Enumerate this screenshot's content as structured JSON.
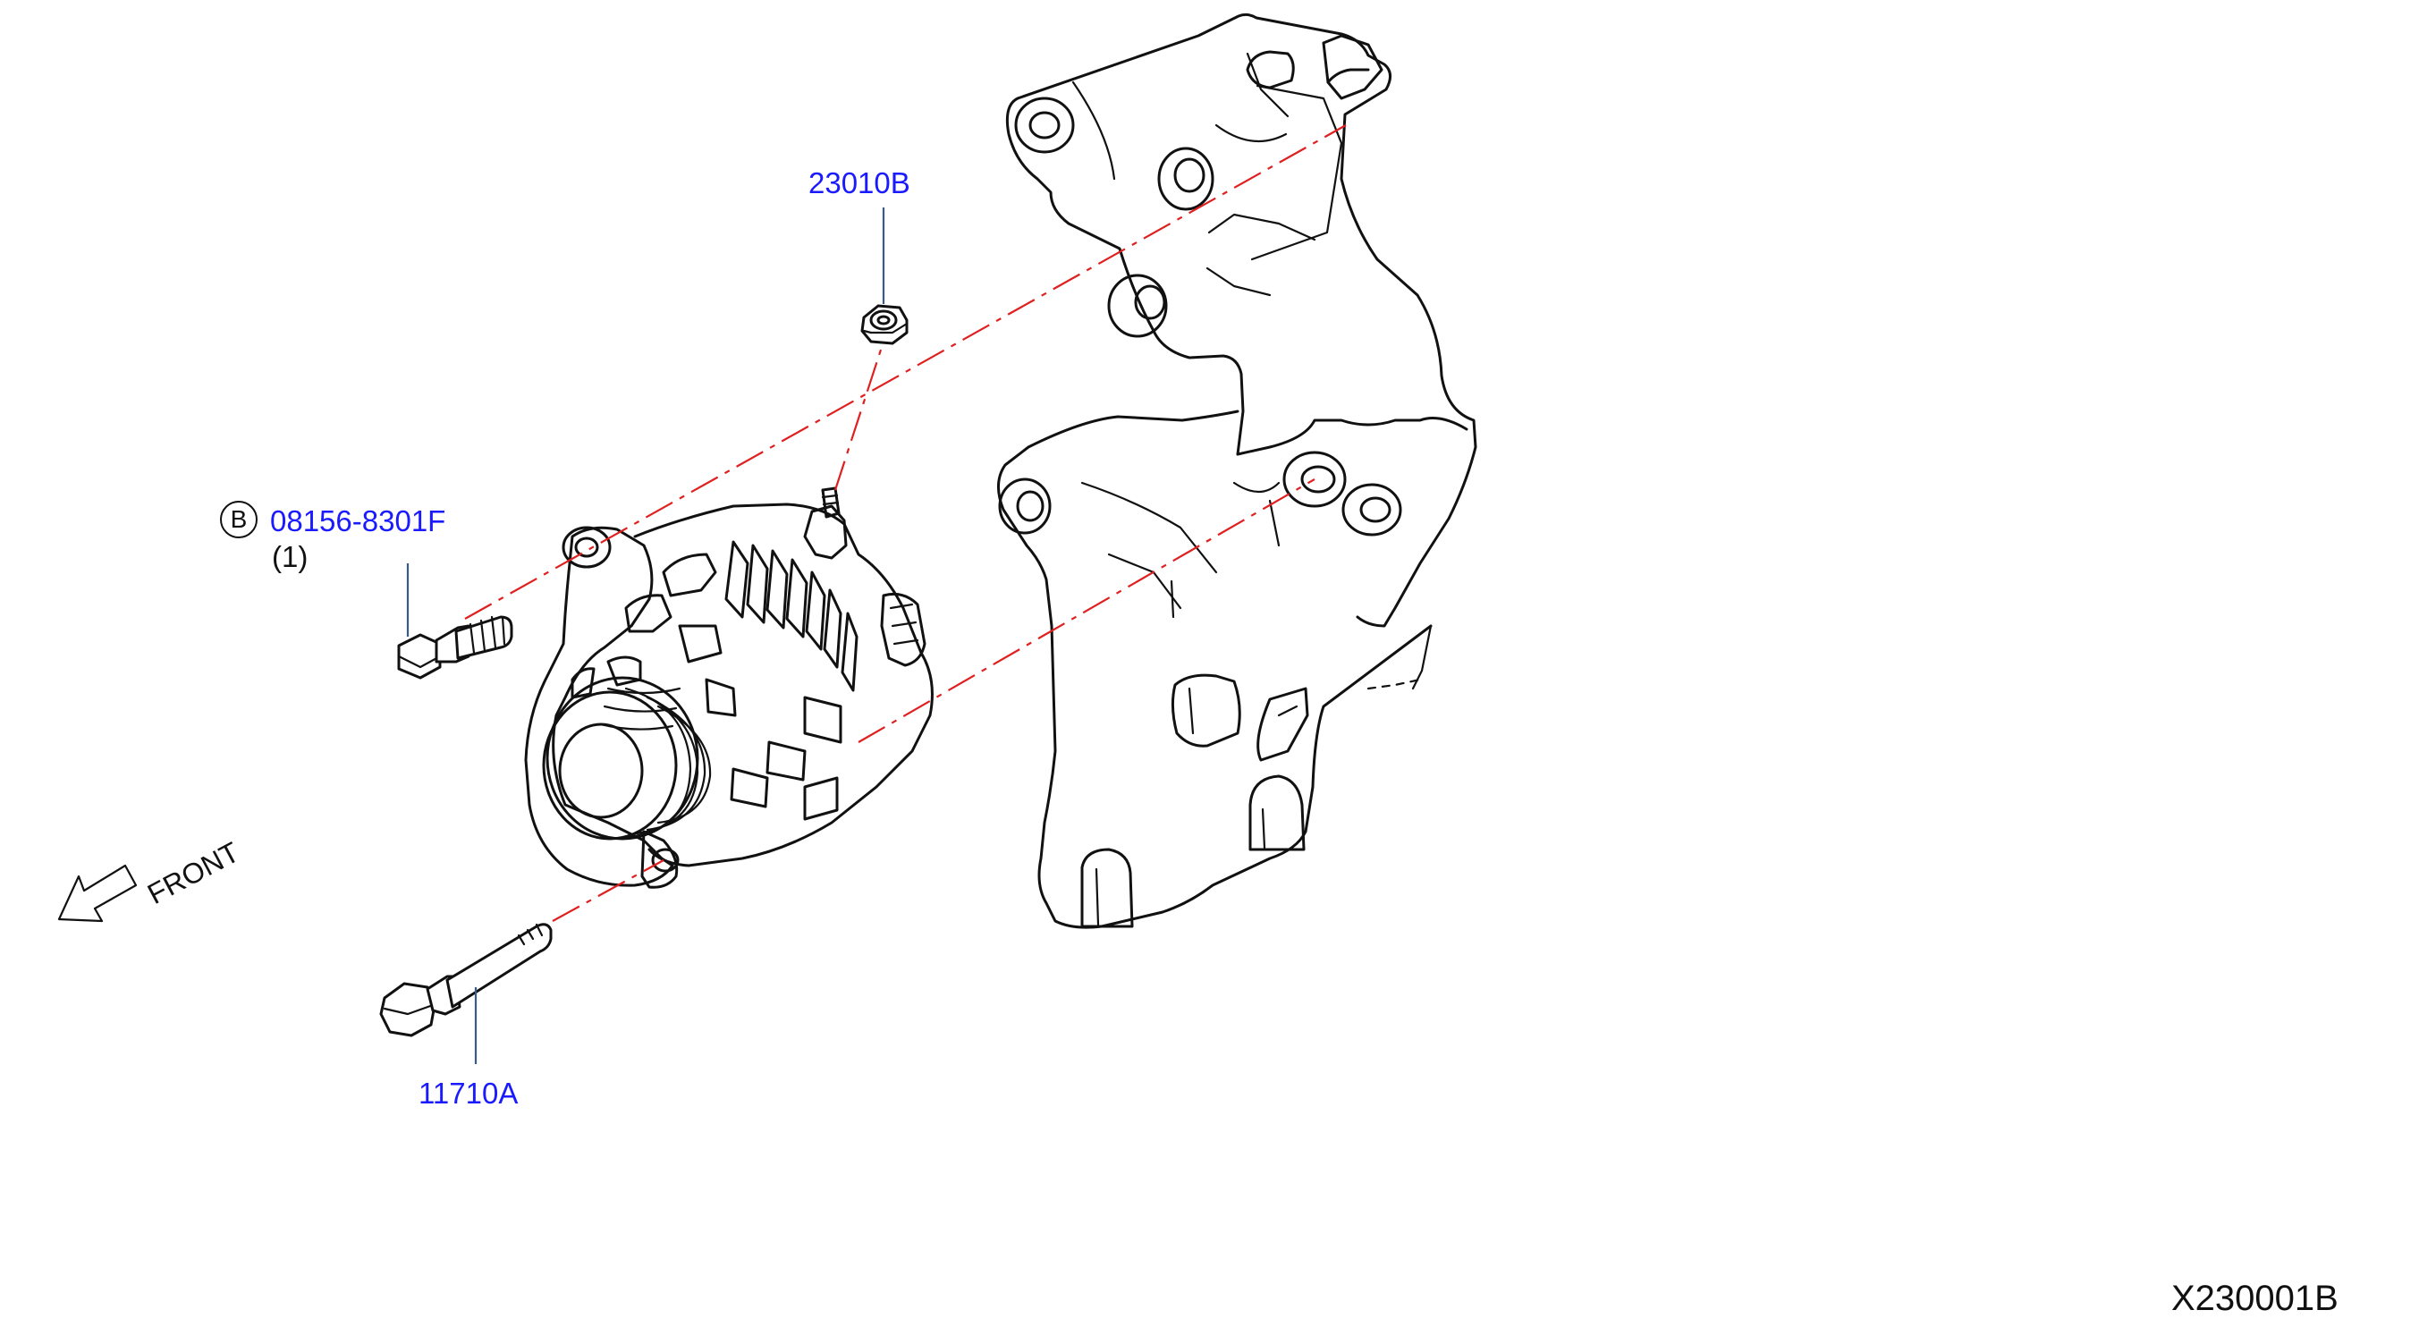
{
  "colors": {
    "line": "#111111",
    "part_number": "#1a1aff",
    "centerline": "#e02020",
    "leader": "#3a5a8a"
  },
  "parts": {
    "nut": {
      "part_number": "23010B"
    },
    "upper_bolt": {
      "ref_letter": "B",
      "part_number": "08156-8301F",
      "quantity": "(1)"
    },
    "long_bolt": {
      "part_number": "11710A"
    }
  },
  "direction": {
    "label": "FRONT",
    "icon": "arrow-icon"
  },
  "drawing_code": "X230001B"
}
